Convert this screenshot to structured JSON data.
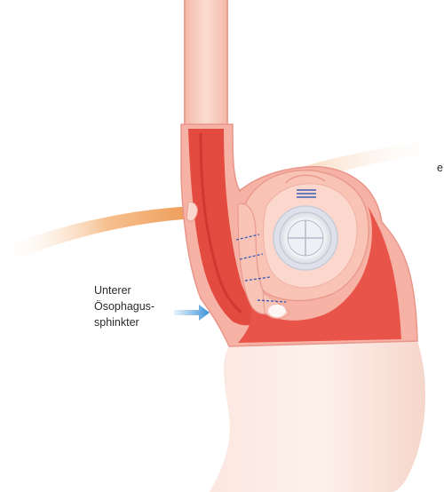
{
  "diagram": {
    "label_lines": [
      "Unterer",
      "Ösophagus-",
      "sphinkter"
    ],
    "edge_char": "e"
  },
  "colors": {
    "tissue_pink": "#f4a79a",
    "tissue_light": "#fbd3c8",
    "lumen_red": "#e5443d",
    "lumen_dark": "#c9302c",
    "diaphragm_orange": "#f0a060",
    "arrow_blue": "#4fa3e0",
    "suture_blue": "#3d5fb5",
    "device_gray": "#e8e8ee"
  }
}
